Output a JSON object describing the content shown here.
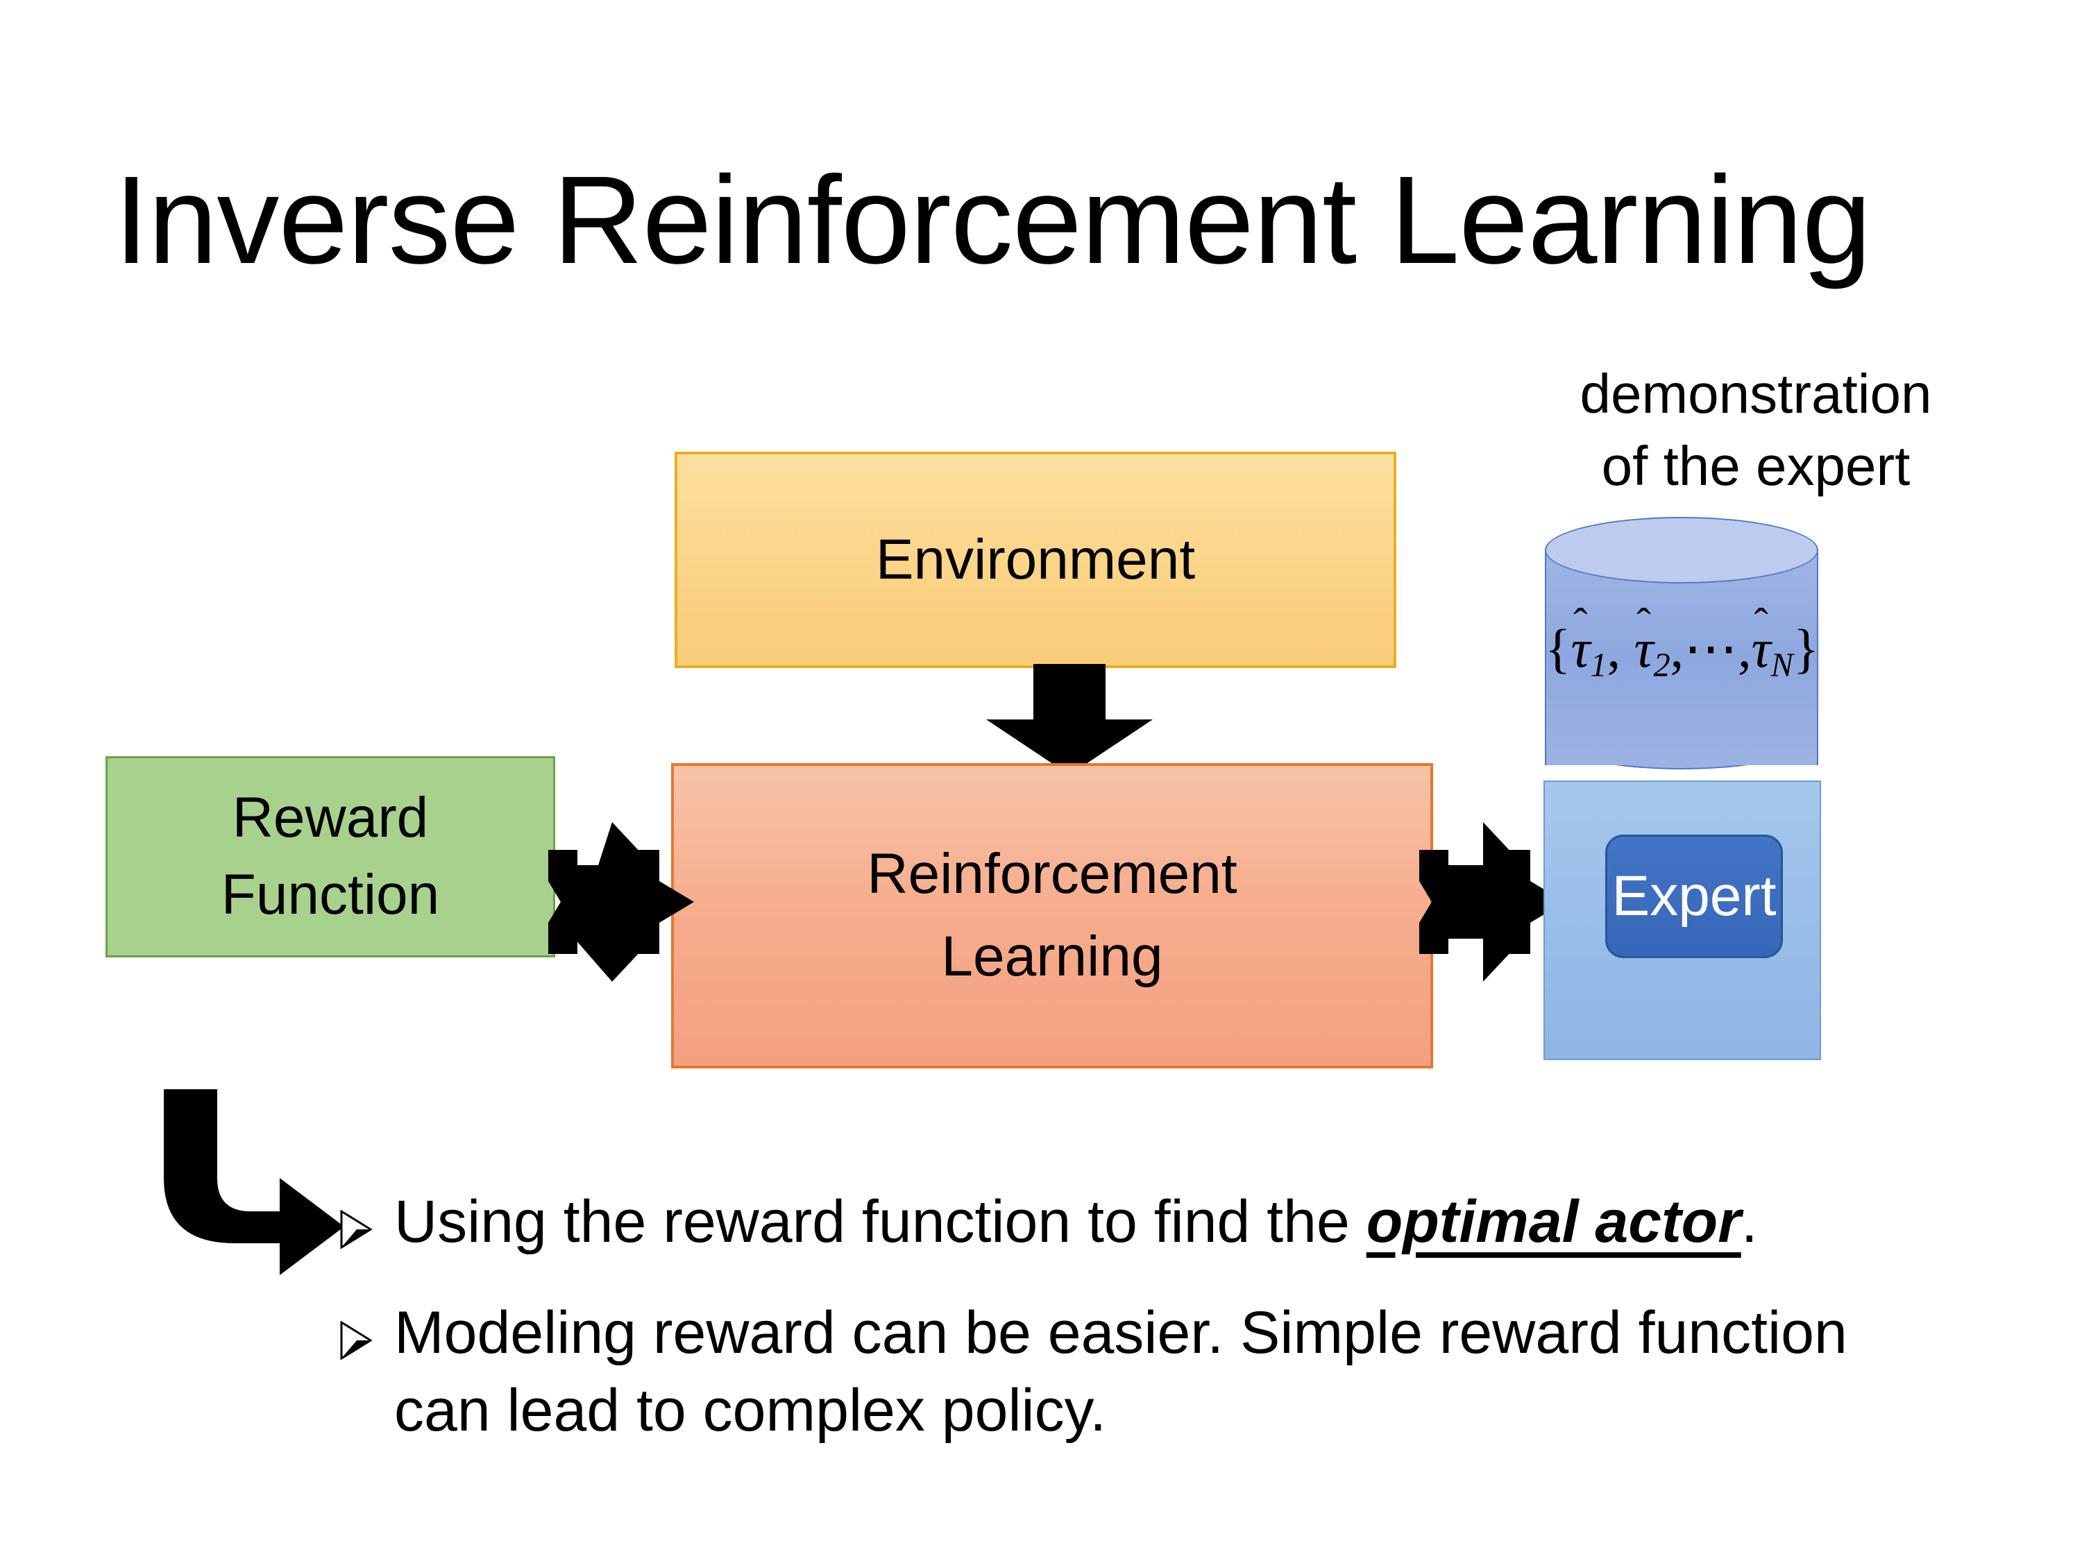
{
  "slide": {
    "title": "Inverse Reinforcement Learning",
    "background_color": "#FFFFFF"
  },
  "diagram": {
    "environment_box": {
      "label": "Environment",
      "fill_color": "#FBD488",
      "border_color": "#E8AE23"
    },
    "reinforcement_learning_box": {
      "label_line1": "Reinforcement",
      "label_line2": "Learning",
      "fill_color": "#F6AE8E",
      "border_color": "#E9762B"
    },
    "reward_function_box": {
      "label_line1": "Reward",
      "label_line2": "Function",
      "fill_color": "#A9D18E",
      "border_color": "#6BA14A"
    },
    "expert_group": {
      "caption_line1": "demonstration",
      "caption_line2": "of the expert",
      "panel_fill_color": "#96BCE8",
      "cylinder_fill_color": "#8EA8DF",
      "cylinder_top_color": "#BDCCEE",
      "cylinder_border_color": "#5577C4",
      "formula": {
        "open_brace": "{",
        "symbol": "τ",
        "hat": "̂",
        "sub1": "1",
        "sub2": "2",
        "ellipsis": "⋯",
        "subN": "N",
        "comma": ",",
        "close_brace": "}",
        "plain_text": "{τ̂1, τ̂2, ⋯, τ̂N}"
      },
      "expert_chip": {
        "label": "Expert",
        "fill_color": "#3B6CBE",
        "border_color": "#2A5496",
        "text_color": "#FFFFFF"
      }
    },
    "connectors": {
      "env_to_rl": {
        "icon": "down-arrow-icon",
        "direction": "down",
        "color": "#000000"
      },
      "reward_to_rl": {
        "icon": "quad-arrow-icon",
        "direction": "bidirectional",
        "color": "#000000"
      },
      "rl_to_expert": {
        "icon": "quad-arrow-icon",
        "direction": "bidirectional",
        "color": "#000000"
      },
      "reward_to_bullets": {
        "icon": "bent-arrow-icon",
        "direction": "down-then-right",
        "color": "#000000"
      }
    }
  },
  "bullets": {
    "marker_icon": "triangle-bullet-icon",
    "items": [
      {
        "prefix": "Using the reward function to find the ",
        "emphasis": "optimal actor",
        "suffix": "."
      },
      {
        "prefix": "Modeling reward can be easier. Simple reward function can lead to complex policy.",
        "emphasis": "",
        "suffix": ""
      }
    ]
  }
}
